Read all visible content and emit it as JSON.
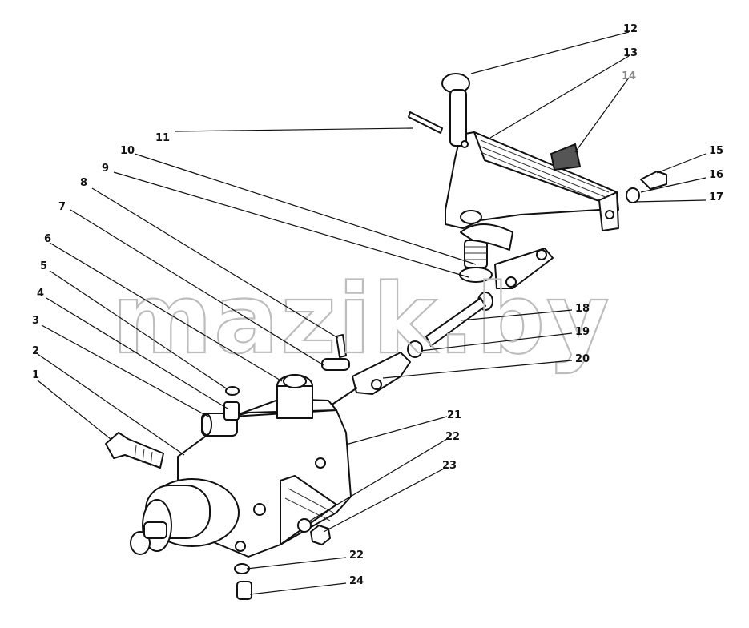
{
  "watermark": "mazik.by",
  "callouts": [
    {
      "id": "1",
      "text": "1"
    },
    {
      "id": "2",
      "text": "2"
    },
    {
      "id": "3",
      "text": "3"
    },
    {
      "id": "4",
      "text": "4"
    },
    {
      "id": "5",
      "text": "5"
    },
    {
      "id": "6",
      "text": "6"
    },
    {
      "id": "7",
      "text": "7"
    },
    {
      "id": "8",
      "text": "8"
    },
    {
      "id": "9",
      "text": "9"
    },
    {
      "id": "10",
      "text": "10"
    },
    {
      "id": "11",
      "text": "11"
    },
    {
      "id": "12",
      "text": "12"
    },
    {
      "id": "13",
      "text": "13"
    },
    {
      "id": "14",
      "text": "14"
    },
    {
      "id": "15",
      "text": "15"
    },
    {
      "id": "16",
      "text": "16"
    },
    {
      "id": "17",
      "text": "17"
    },
    {
      "id": "18",
      "text": "18"
    },
    {
      "id": "19",
      "text": "19"
    },
    {
      "id": "20",
      "text": "20"
    },
    {
      "id": "21",
      "text": "21"
    },
    {
      "id": "22a",
      "text": "22"
    },
    {
      "id": "23",
      "text": "23"
    },
    {
      "id": "22b",
      "text": "22"
    },
    {
      "id": "24",
      "text": "24"
    }
  ],
  "colors": {
    "ink": "#111111",
    "watermark": "#bdbdbd",
    "muted_label": "#888888"
  }
}
